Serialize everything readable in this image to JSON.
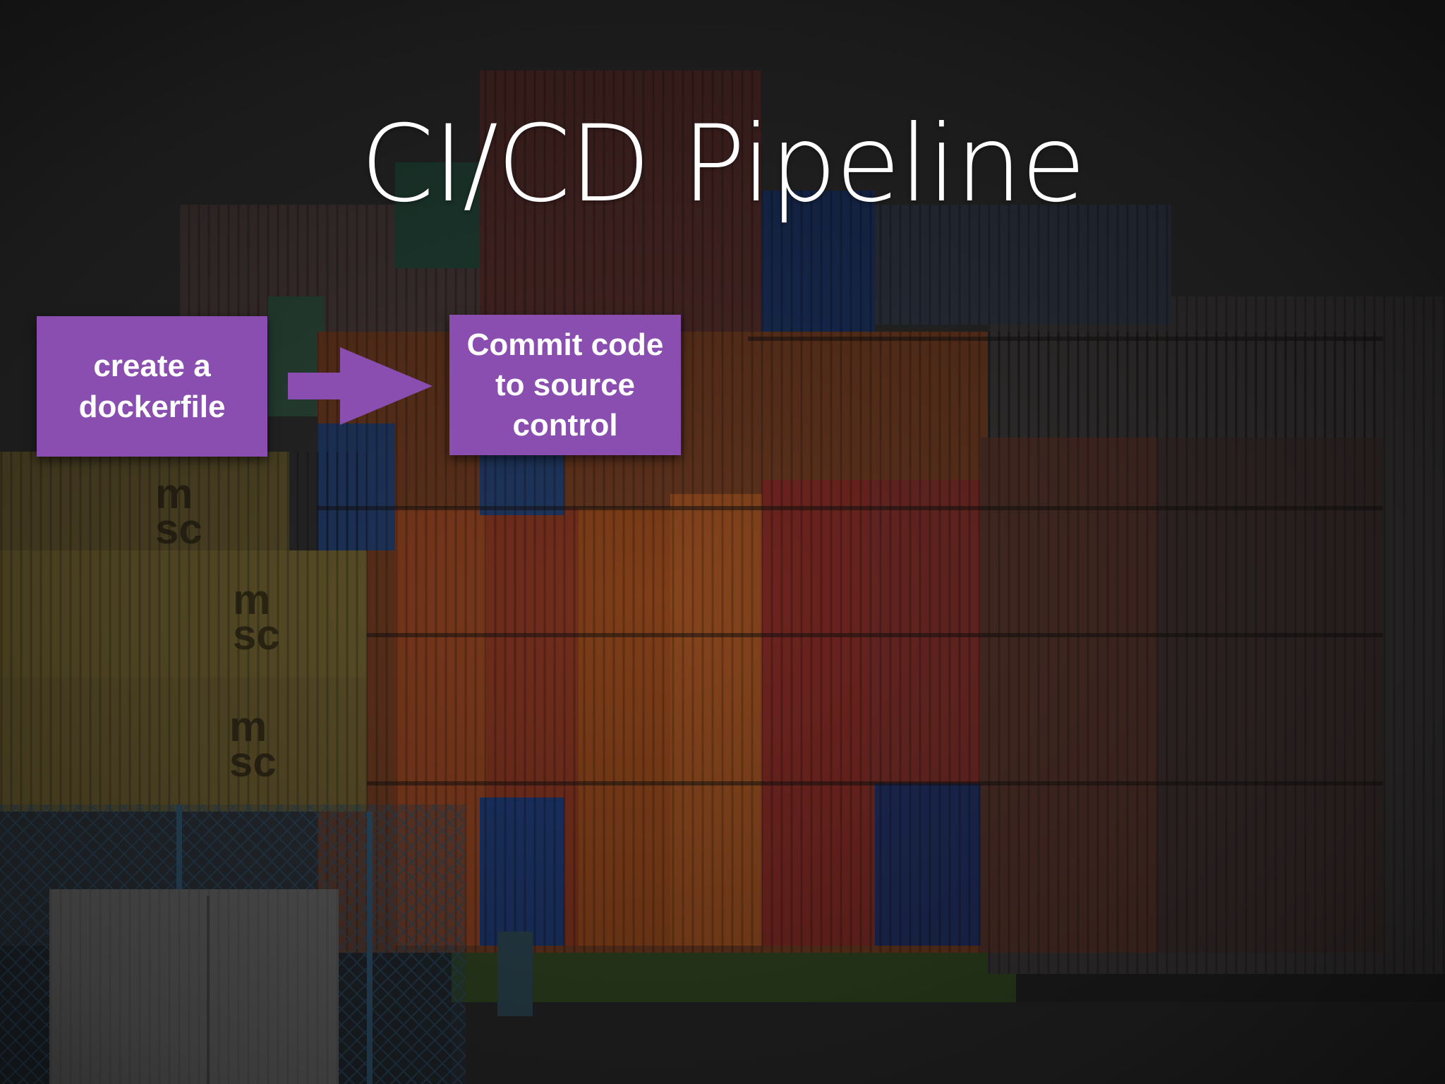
{
  "slide": {
    "title": "CI/CD Pipeline"
  },
  "steps": [
    {
      "label": "create a\ndockerfile"
    },
    {
      "label": "Commit code\nto source\ncontrol"
    }
  ],
  "colors": {
    "step_box": "#8a4eb0",
    "title_text": "#ffffff",
    "background_overlay": "#2f2f2f"
  },
  "icons": {
    "step_arrow": "right-arrow-icon"
  }
}
